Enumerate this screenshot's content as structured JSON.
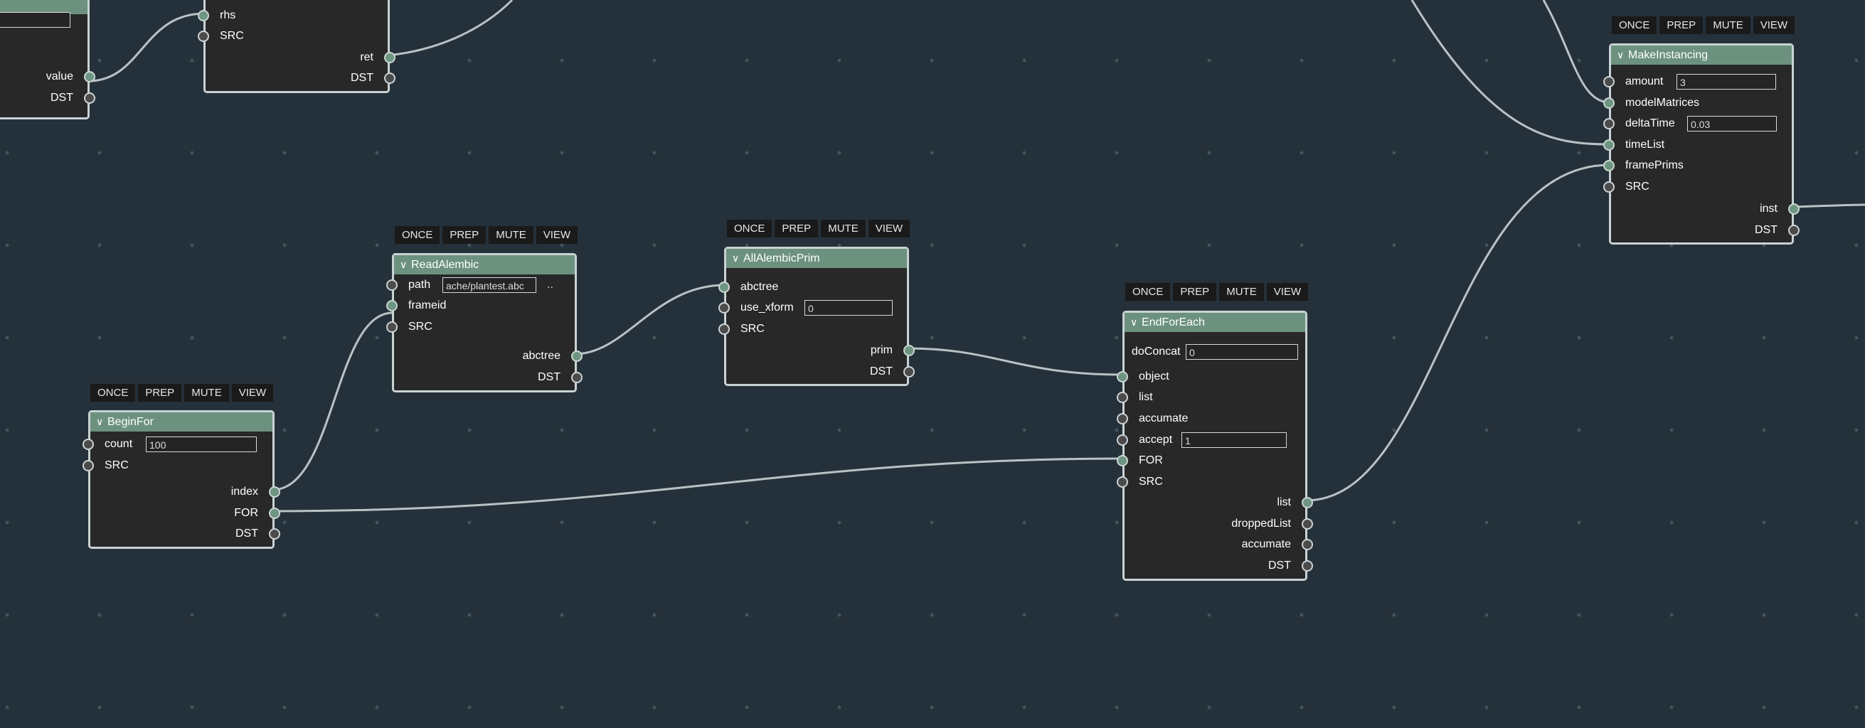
{
  "toolbar_buttons": [
    "ONCE",
    "PREP",
    "MUTE",
    "VIEW"
  ],
  "colors": {
    "background": "#25313a",
    "grid_dot": "#44535d",
    "node_body": "#282828",
    "node_border": "#c9d2d4",
    "node_header": "#6c927f",
    "socket_connected": "#6e9582",
    "socket_empty": "#4b4b4b",
    "wire": "#b9c2c5"
  },
  "nodes": {
    "left_partial": {
      "inputs": [],
      "outputs": [
        "value",
        "DST"
      ]
    },
    "top_partial": {
      "inputs": [
        "rhs",
        "SRC"
      ],
      "outputs": [
        "ret",
        "DST"
      ]
    },
    "begin_for": {
      "title": "BeginFor",
      "inputs": [
        "count",
        "SRC"
      ],
      "outputs": [
        "index",
        "FOR",
        "DST"
      ],
      "fields": {
        "count": "100"
      }
    },
    "read_alembic": {
      "title": "ReadAlembic",
      "inputs": [
        "path",
        "frameid",
        "SRC"
      ],
      "outputs": [
        "abctree",
        "DST"
      ],
      "fields": {
        "path": "ache/plantest.abc",
        "browse": ".."
      }
    },
    "all_alembic_prim": {
      "title": "AllAlembicPrim",
      "inputs": [
        "abctree",
        "use_xform",
        "SRC"
      ],
      "outputs": [
        "prim",
        "DST"
      ],
      "fields": {
        "use_xform": "0"
      }
    },
    "end_for_each": {
      "title": "EndForEach",
      "inputs": [
        "doConcat",
        "object",
        "list",
        "accumate",
        "accept",
        "FOR",
        "SRC"
      ],
      "outputs": [
        "list",
        "droppedList",
        "accumate",
        "DST"
      ],
      "fields": {
        "doConcat": "0",
        "accept": "1"
      }
    },
    "make_instancing": {
      "title": "MakeInstancing",
      "inputs": [
        "amount",
        "modelMatrices",
        "deltaTime",
        "timeList",
        "framePrims",
        "SRC"
      ],
      "outputs": [
        "inst",
        "DST"
      ],
      "fields": {
        "amount": "3",
        "deltaTime": "0.03"
      }
    }
  }
}
